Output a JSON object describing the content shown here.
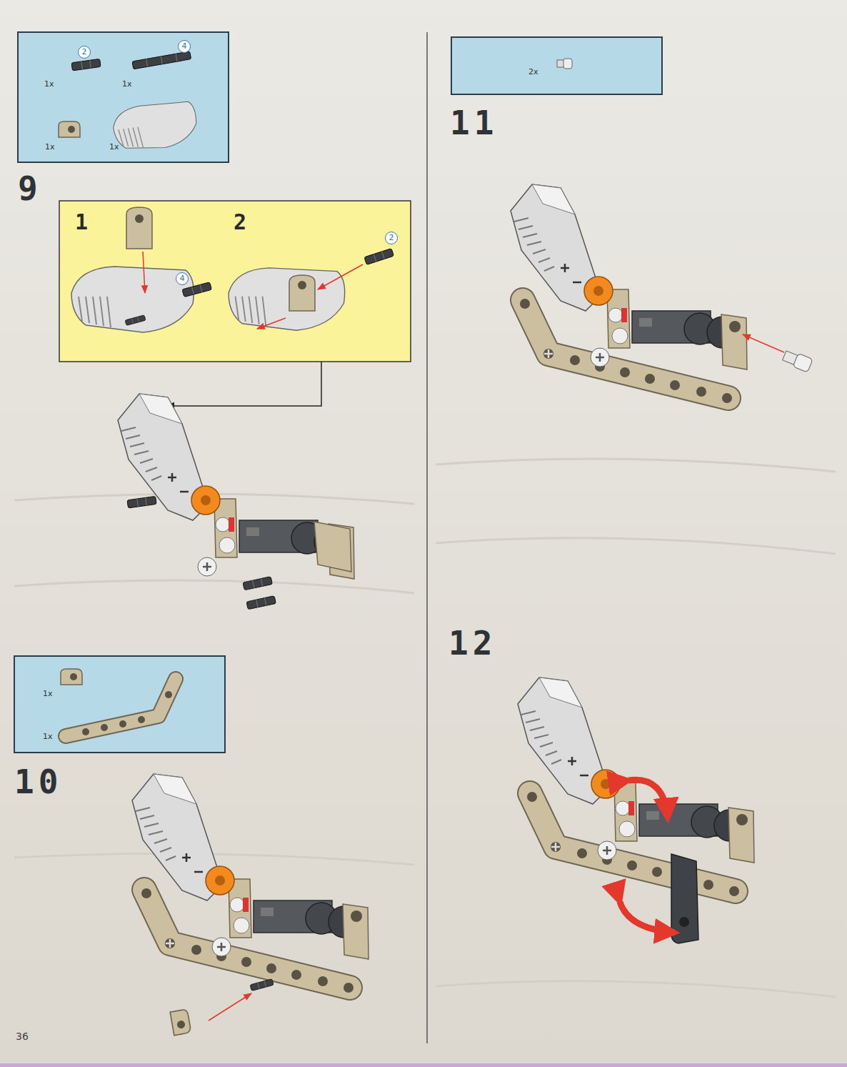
{
  "diagram": {
    "nodes": [
      {
        "text": [
          "2",
          "4",
          "1x",
          "1x",
          "1x",
          "1x"
        ]
      },
      {
        "text": [
          "1",
          "2",
          "2",
          "4"
        ]
      },
      {
        "text": [
          "1x",
          "1x"
        ]
      },
      {
        "text": [
          "2x"
        ]
      }
    ],
    "labels": [
      "9",
      "10",
      "11",
      "12",
      "36"
    ]
  }
}
